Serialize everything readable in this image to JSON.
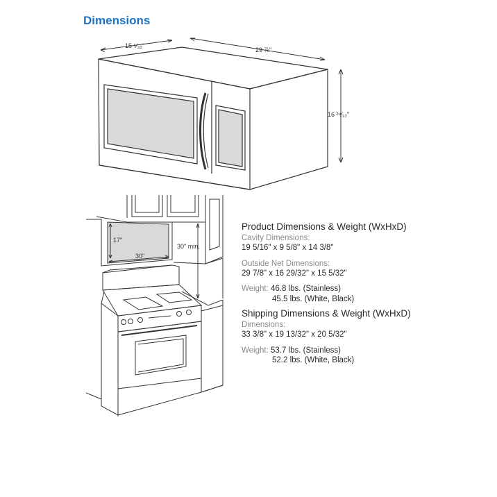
{
  "header": {
    "title": "Dimensions"
  },
  "drawing_labels": {
    "depth": "15 ⁵⁄₃₂\"",
    "width": "29 ⅞\"",
    "height": "16 ²⁹⁄₃₂\"",
    "cabinet_height": "17\"",
    "cabinet_width": "30\"",
    "clearance": "30\" min."
  },
  "product": {
    "heading": "Product Dimensions & Weight (WxHxD)",
    "cavity_label": "Cavity Dimensions:",
    "cavity_value": "19 5/16\" x 9 5/8\" x 14 3/8\"",
    "outside_label": "Outside Net Dimensions:",
    "outside_value": "29 7/8\" x 16 29/32\" x 15 5/32\"",
    "weight_label": "Weight:",
    "weight_1": "46.8 lbs. (Stainless)",
    "weight_2": "45.5 lbs. (White, Black)"
  },
  "shipping": {
    "heading": "Shipping Dimensions & Weight (WxHxD)",
    "dim_label": "Dimensions:",
    "dim_value": "33 3/8\" x 19 13/32\" x 20 5/32\"",
    "weight_label": "Weight:",
    "weight_1": "53.7 lbs. (Stainless)",
    "weight_2": "52.2 lbs. (White, Black)"
  }
}
